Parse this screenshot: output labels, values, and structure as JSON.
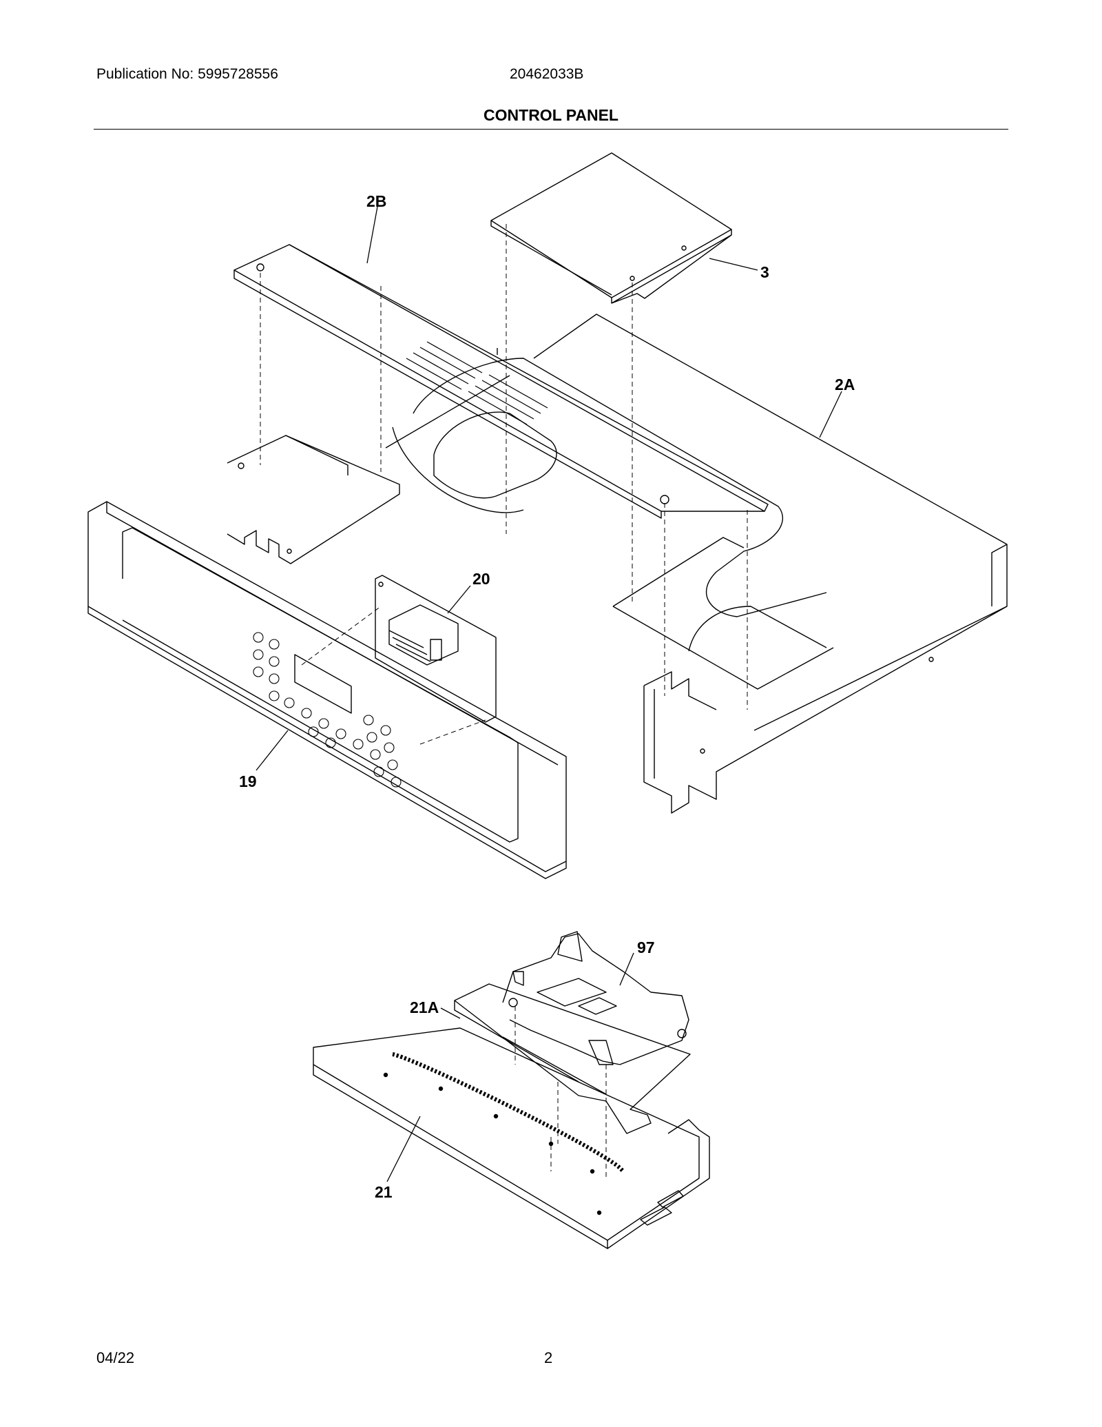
{
  "header": {
    "publication": "Publication No: 5995728556",
    "document_id": "20462033B",
    "title": "CONTROL PANEL"
  },
  "callouts": {
    "c2b": "2B",
    "c3": "3",
    "c2a": "2A",
    "c20": "20",
    "c19": "19",
    "c97": "97",
    "c21a": "21A",
    "c21": "21"
  },
  "footer": {
    "date": "04/22",
    "page": "2"
  }
}
